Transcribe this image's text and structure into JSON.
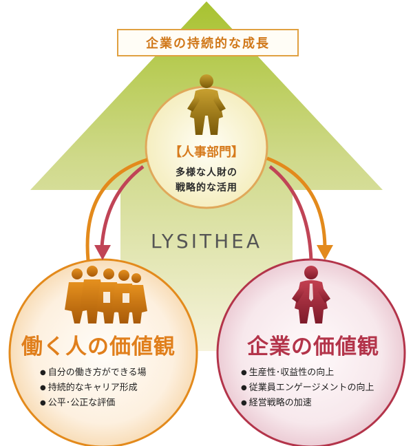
{
  "banner": {
    "text": "企業の持続的な成長"
  },
  "hr": {
    "title": "【人事部門】",
    "desc_line1": "多様な人財の",
    "desc_line2": "戦略的な活用"
  },
  "brand": {
    "name": "LYSITHEA"
  },
  "left_circle": {
    "title": "働く人の価値観",
    "bullets": [
      "自分の働き方ができる場",
      "持続的なキャリア形成",
      "公平･公正な評価"
    ]
  },
  "right_circle": {
    "title": "企業の価値観",
    "bullets": [
      "生産性･収益性の向上",
      "従業員エンゲージメントの向上",
      "経営戦略の加速"
    ]
  },
  "colors": {
    "arrow_top": "#a8c230",
    "arrow_bottom": "#f3f0c9",
    "hr_accent": "#d67a1c",
    "left_accent": "#e38a1c",
    "right_accent": "#b3344a",
    "person_gold": "#a07a10"
  },
  "icons": [
    "person-icon",
    "group-icon",
    "arrow-icon"
  ]
}
